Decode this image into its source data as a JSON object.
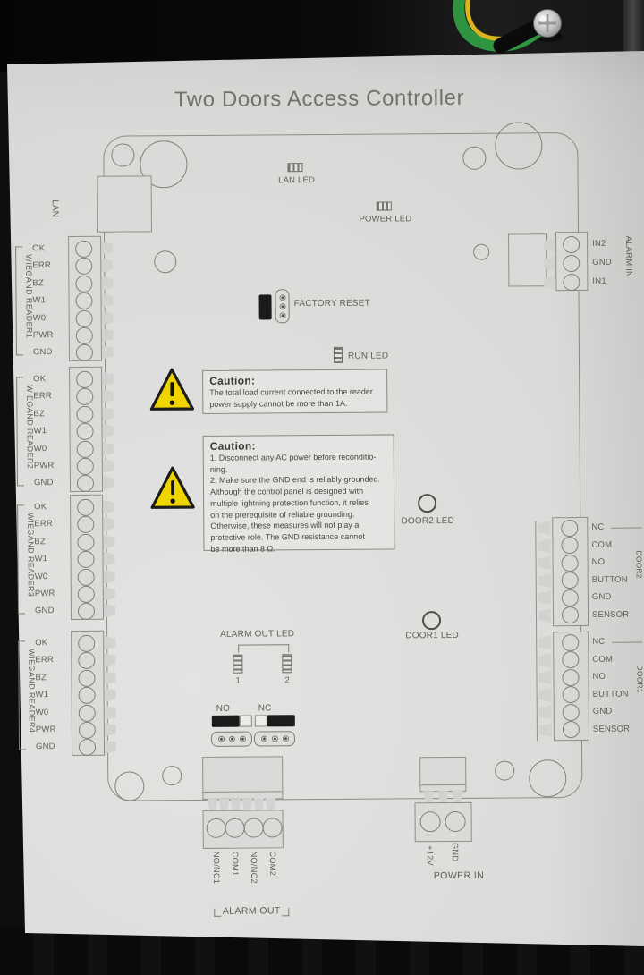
{
  "title": "Two Doors Access Controller",
  "labels": {
    "lan_port": "LAN",
    "lan_led": "LAN LED",
    "power_led": "POWER LED",
    "factory_reset": "FACTORY RESET",
    "run_led": "RUN LED",
    "door2_led": "DOOR2 LED",
    "door1_led": "DOOR1 LED",
    "alarm_out_led": "ALARM OUT LED",
    "alarm_out_led_1": "1",
    "alarm_out_led_2": "2",
    "jumper_no": "NO",
    "jumper_nc": "NC",
    "alarm_out": "ALARM OUT",
    "power_in": "POWER IN"
  },
  "cautions": [
    {
      "heading": "Caution:",
      "lines": [
        "The total load current connected to the reader",
        "power supply cannot be more than 1A."
      ]
    },
    {
      "heading": "Caution:",
      "lines": [
        "1. Disconnect any AC power before reconditio-",
        "ning.",
        "2. Make sure the GND end is reliably grounded.",
        "Although the control panel is designed with",
        "multiple lightning protection function, it relies",
        "on the prerequisite of reliable grounding.",
        "Otherwise, these measures will not play a",
        "protective role. The GND resistance cannot",
        "be more than 8 Ω."
      ]
    }
  ],
  "wiegand_readers": [
    {
      "name": "WIEGAND READER1",
      "pins": [
        "OK",
        "ERR",
        "BZ",
        "W1",
        "W0",
        "PWR",
        "GND"
      ]
    },
    {
      "name": "WIEGAND READER2",
      "pins": [
        "OK",
        "ERR",
        "BZ",
        "W1",
        "W0",
        "PWR",
        "GND"
      ]
    },
    {
      "name": "WIEGAND READER3",
      "pins": [
        "OK",
        "ERR",
        "BZ",
        "W1",
        "W0",
        "PWR",
        "GND"
      ]
    },
    {
      "name": "WIEGAND READER4",
      "pins": [
        "OK",
        "ERR",
        "BZ",
        "W1",
        "W0",
        "PWR",
        "GND"
      ]
    }
  ],
  "alarm_in": {
    "name": "ALARM IN",
    "pins": [
      "IN2",
      "GND",
      "IN1"
    ]
  },
  "door_ports": [
    {
      "name": "DOOR2",
      "pins": [
        "NC",
        "COM",
        "NO",
        "BUTTON",
        "GND",
        "SENSOR"
      ]
    },
    {
      "name": "DOOR1",
      "pins": [
        "NC",
        "COM",
        "NO",
        "BUTTON",
        "GND",
        "SENSOR"
      ]
    }
  ],
  "alarm_out_pins": [
    "NO/NC1",
    "COM1",
    "NO/NC2",
    "COM2"
  ],
  "power_in_pins": [
    "+12V",
    "GND"
  ],
  "colors": {
    "caution_yellow": "#f0d400",
    "panel_gray": "#dadad8",
    "print_ink": "#5f5f58",
    "print_line": "#90908a",
    "wire_green": "#2f9440",
    "wire_yellow": "#d9b41c"
  }
}
